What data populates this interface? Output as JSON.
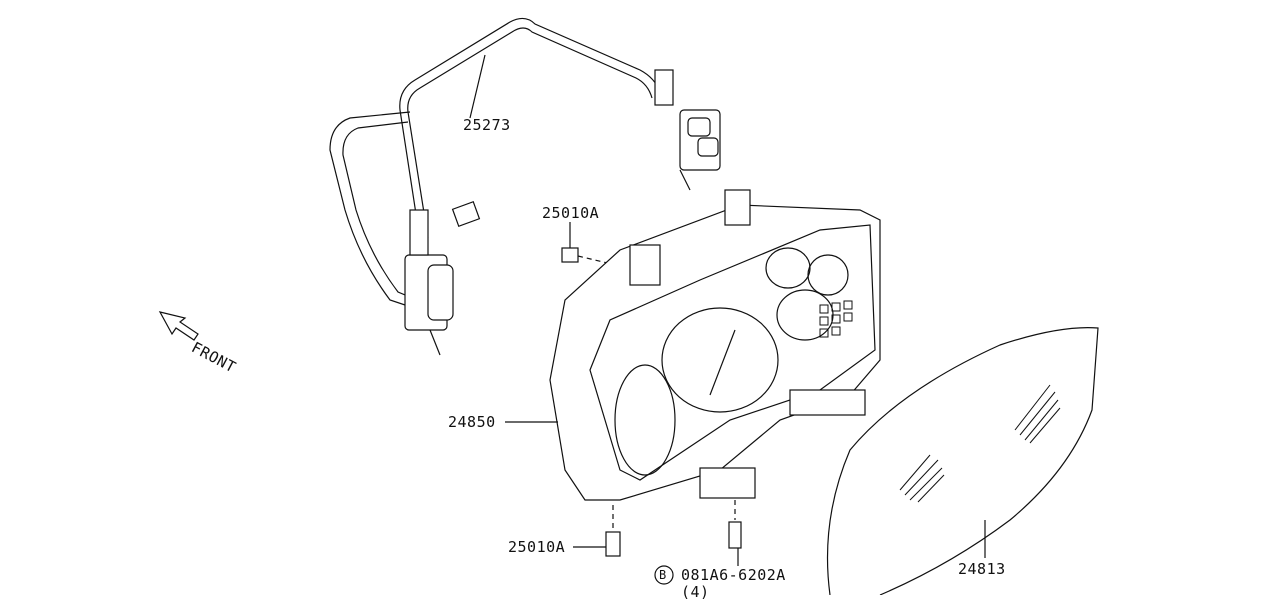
{
  "diagram": {
    "parts": [
      {
        "id": "harness",
        "label": "25273"
      },
      {
        "id": "screw-top",
        "label": "25010A"
      },
      {
        "id": "cluster",
        "label": "24850"
      },
      {
        "id": "screw-bottom",
        "label": "25010A"
      },
      {
        "id": "bolt",
        "label": "081A6-6202A",
        "prefix": "B",
        "qty": "(4)"
      },
      {
        "id": "lens",
        "label": "24813"
      }
    ],
    "direction": "FRONT"
  }
}
